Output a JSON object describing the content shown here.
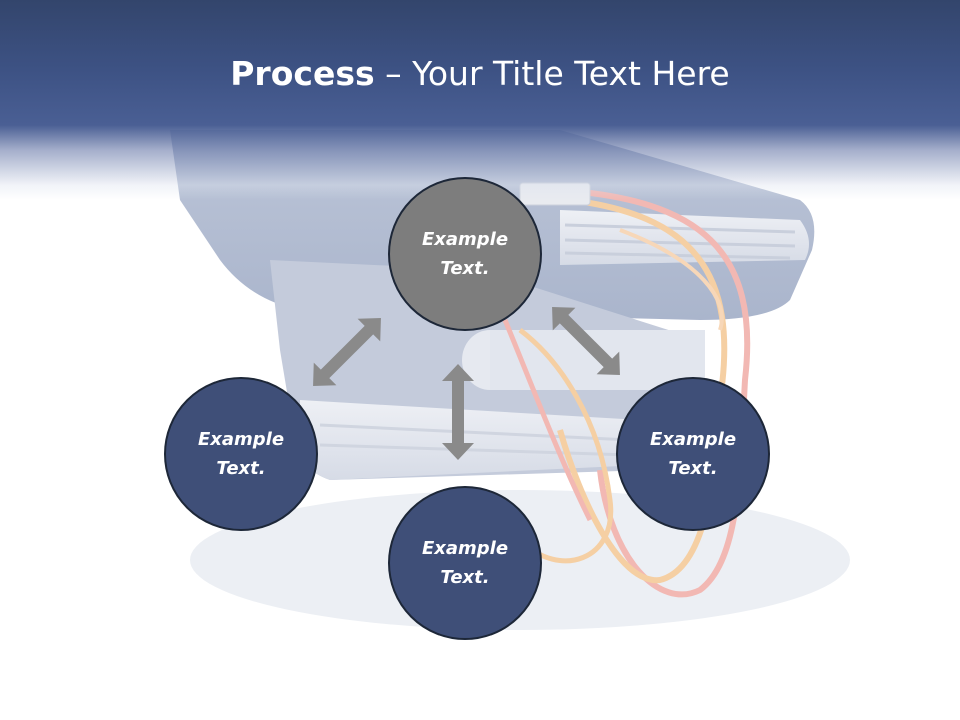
{
  "slide": {
    "title_bold": "Process",
    "title_rest": " – Your Title Text Here"
  },
  "diagram": {
    "center": {
      "label": "Example\nText."
    },
    "left": {
      "label": "Example\nText."
    },
    "right": {
      "label": "Example\nText."
    },
    "bottom": {
      "label": "Example\nText."
    }
  },
  "colors": {
    "title_band": "#3d5284",
    "circle_center": "#7d7d7d",
    "circle_outer": "#3f4f78",
    "arrow": "#8a8a8a",
    "circle_border": "#1d2738"
  }
}
